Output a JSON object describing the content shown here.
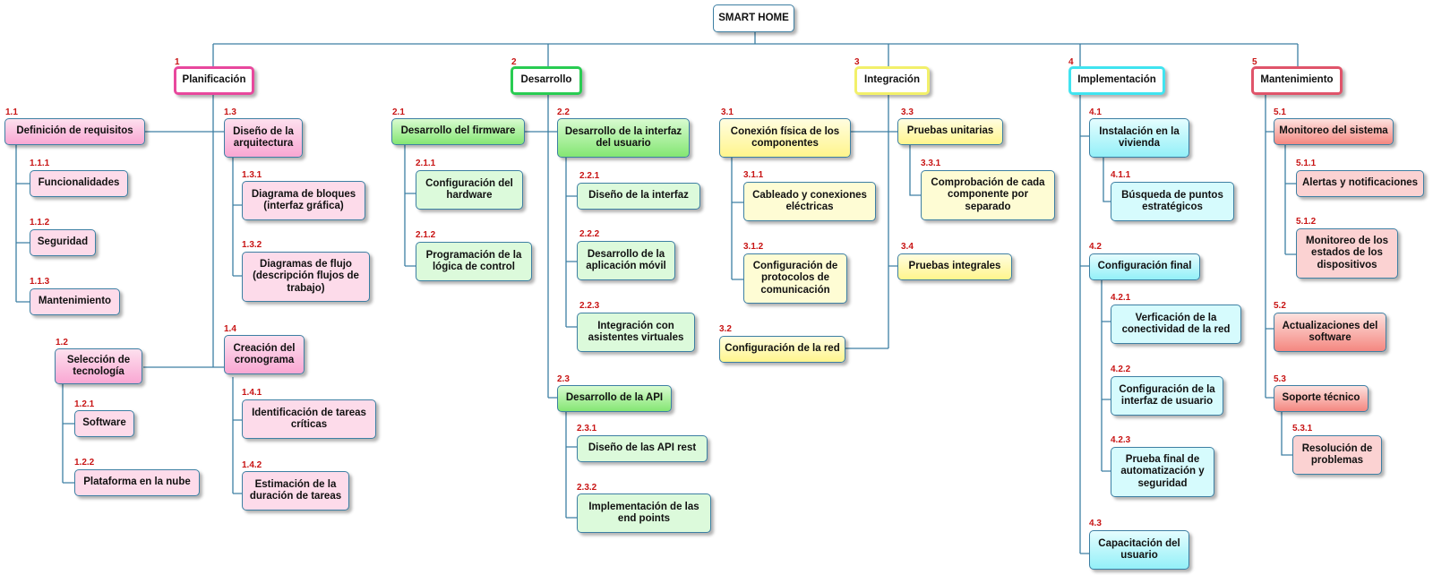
{
  "root": {
    "label": "SMART HOME"
  },
  "colors": {
    "line": "#3d7fa3",
    "number": "#c81414",
    "planificacion": "#e8489d",
    "desarrollo": "#29cc52",
    "integracion": "#f2f06a",
    "implementacion": "#40e4f0",
    "mantenimiento": "#e0546a"
  },
  "branches": {
    "b1": {
      "num": "1",
      "label": "Planificación"
    },
    "b2": {
      "num": "2",
      "label": "Desarrollo"
    },
    "b3": {
      "num": "3",
      "label": "Integración"
    },
    "b4": {
      "num": "4",
      "label": "Implementación"
    },
    "b5": {
      "num": "5",
      "label": "Mantenimiento"
    }
  },
  "nodes": {
    "n1_1": {
      "num": "1.1",
      "label": "Definición de requisitos"
    },
    "n1_1_1": {
      "num": "1.1.1",
      "label": "Funcionalidades"
    },
    "n1_1_2": {
      "num": "1.1.2",
      "label": "Seguridad"
    },
    "n1_1_3": {
      "num": "1.1.3",
      "label": "Mantenimiento"
    },
    "n1_2": {
      "num": "1.2",
      "label": "Selección de tecnología"
    },
    "n1_2_1": {
      "num": "1.2.1",
      "label": "Software"
    },
    "n1_2_2": {
      "num": "1.2.2",
      "label": "Plataforma en la nube"
    },
    "n1_3": {
      "num": "1.3",
      "label": "Diseño de la arquitectura"
    },
    "n1_3_1": {
      "num": "1.3.1",
      "label": "Diagrama de bloques (interfaz gráfica)"
    },
    "n1_3_2": {
      "num": "1.3.2",
      "label": "Diagramas de flujo (descripción flujos de trabajo)"
    },
    "n1_4": {
      "num": "1.4",
      "label": "Creación del cronograma"
    },
    "n1_4_1": {
      "num": "1.4.1",
      "label": "Identificación de tareas críticas"
    },
    "n1_4_2": {
      "num": "1.4.2",
      "label": "Estimación de la duración de tareas"
    },
    "n2_1": {
      "num": "2.1",
      "label": "Desarrollo del firmware"
    },
    "n2_1_1": {
      "num": "2.1.1",
      "label": "Configuración del hardware"
    },
    "n2_1_2": {
      "num": "2.1.2",
      "label": "Programación de la lógica de control"
    },
    "n2_2": {
      "num": "2.2",
      "label": "Desarrollo de la interfaz del usuario"
    },
    "n2_2_1": {
      "num": "2.2.1",
      "label": "Diseño de la interfaz"
    },
    "n2_2_2": {
      "num": "2.2.2",
      "label": "Desarrollo de la aplicación móvil"
    },
    "n2_2_3": {
      "num": "2.2.3",
      "label": "Integración con asistentes virtuales"
    },
    "n2_3": {
      "num": "2.3",
      "label": "Desarrollo de la API"
    },
    "n2_3_1": {
      "num": "2.3.1",
      "label": "Diseño de las API rest"
    },
    "n2_3_2": {
      "num": "2.3.2",
      "label": "Implementación de las end points"
    },
    "n3_1": {
      "num": "3.1",
      "label": "Conexión física de los componentes"
    },
    "n3_1_1": {
      "num": "3.1.1",
      "label": "Cableado y conexiones eléctricas"
    },
    "n3_1_2": {
      "num": "3.1.2",
      "label": "Configuración de protocolos de comunicación"
    },
    "n3_2": {
      "num": "3.2",
      "label": "Configuración de la red"
    },
    "n3_3": {
      "num": "3.3",
      "label": "Pruebas unitarias"
    },
    "n3_3_1": {
      "num": "3.3.1",
      "label": "Comprobación de cada componente por separado"
    },
    "n3_4": {
      "num": "3.4",
      "label": "Pruebas integrales"
    },
    "n4_1": {
      "num": "4.1",
      "label": "Instalación en la vivienda"
    },
    "n4_1_1": {
      "num": "4.1.1",
      "label": "Búsqueda de puntos estratégicos"
    },
    "n4_2": {
      "num": "4.2",
      "label": "Configuración final"
    },
    "n4_2_1": {
      "num": "4.2.1",
      "label": "Verficación de la conectividad de la red"
    },
    "n4_2_2": {
      "num": "4.2.2",
      "label": "Configuración de la interfaz de usuario"
    },
    "n4_2_3": {
      "num": "4.2.3",
      "label": "Prueba final de automatización y seguridad"
    },
    "n4_3": {
      "num": "4.3",
      "label": "Capacitación del usuario"
    },
    "n5_1": {
      "num": "5.1",
      "label": "Monitoreo del sistema"
    },
    "n5_1_1": {
      "num": "5.1.1",
      "label": "Alertas y notificaciones"
    },
    "n5_1_2": {
      "num": "5.1.2",
      "label": "Monitoreo de los estados de los dispositivos"
    },
    "n5_2": {
      "num": "5.2",
      "label": "Actualizaciones del software"
    },
    "n5_3": {
      "num": "5.3",
      "label": "Soporte técnico"
    },
    "n5_3_1": {
      "num": "5.3.1",
      "label": "Resolución de problemas"
    }
  }
}
